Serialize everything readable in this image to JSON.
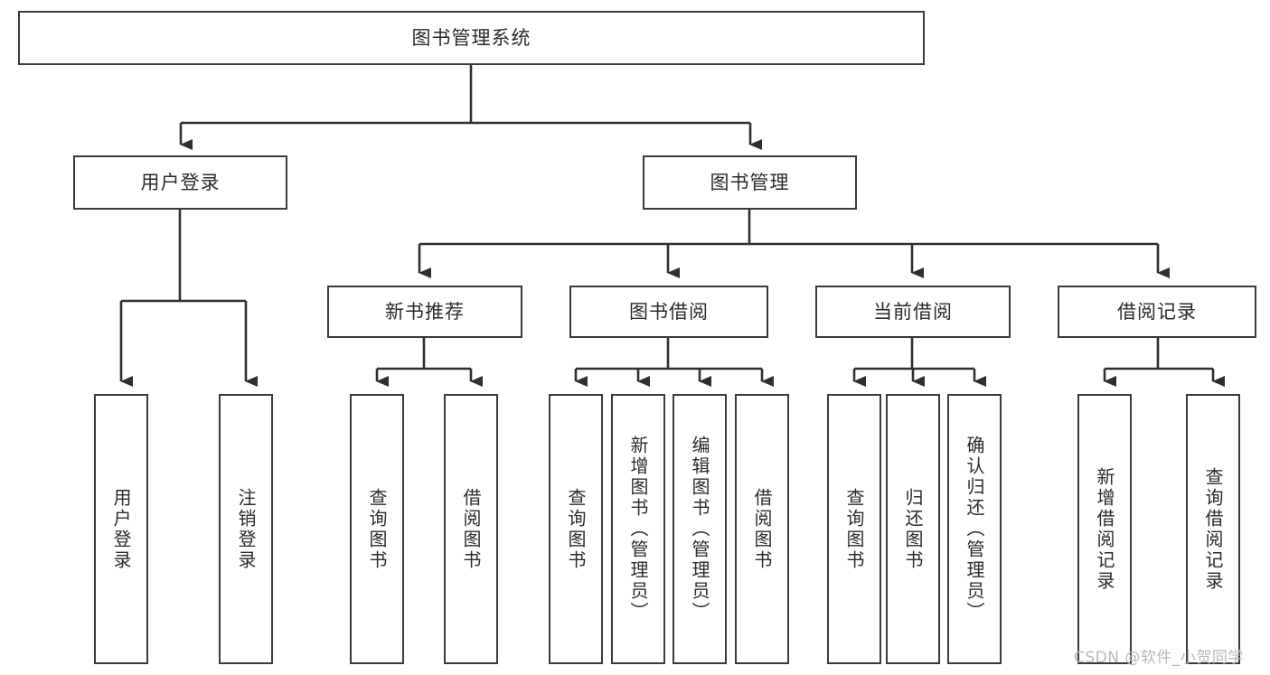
{
  "diagram": {
    "title": "图书管理系统",
    "type": "tree-hierarchy",
    "watermark": "CSDN @软件_小贺同学",
    "colors": {
      "background": "#ffffff",
      "box_border": "#3a3a3a",
      "box_fill": "#ffffff",
      "text": "#2b2b2b",
      "connector": "#2f2f2f",
      "watermark": "#b9b9b9"
    },
    "nodes": {
      "root": {
        "label": "图书管理系统"
      },
      "level2": [
        {
          "id": "user-login",
          "label": "用户登录"
        },
        {
          "id": "book-manage",
          "label": "图书管理"
        }
      ],
      "level3": [
        {
          "id": "new-book-recommend",
          "label": "新书推荐"
        },
        {
          "id": "book-borrow",
          "label": "图书借阅"
        },
        {
          "id": "current-borrow",
          "label": "当前借阅"
        },
        {
          "id": "borrow-record",
          "label": "借阅记录"
        }
      ],
      "leaves": {
        "user_login": [
          {
            "id": "leaf-user-login",
            "label": "用户登录"
          },
          {
            "id": "leaf-logout-login",
            "label": "注销登录"
          }
        ],
        "new_book_recommend": [
          {
            "id": "leaf-query-book-1",
            "label": "查询图书"
          },
          {
            "id": "leaf-borrow-book-1",
            "label": "借阅图书"
          }
        ],
        "book_borrow": [
          {
            "id": "leaf-query-book-2",
            "label": "查询图书"
          },
          {
            "id": "leaf-add-book",
            "label": "新增图书（管理员）"
          },
          {
            "id": "leaf-edit-book",
            "label": "编辑图书（管理员）"
          },
          {
            "id": "leaf-borrow-book-2",
            "label": "借阅图书"
          }
        ],
        "current_borrow": [
          {
            "id": "leaf-query-book-3",
            "label": "查询图书"
          },
          {
            "id": "leaf-return-book",
            "label": "归还图书"
          },
          {
            "id": "leaf-confirm-return",
            "label": "确认归还（管理员）"
          }
        ],
        "borrow_record": [
          {
            "id": "leaf-add-borrow-record",
            "label": "新增借阅记录"
          },
          {
            "id": "leaf-query-borrow-record",
            "label": "查询借阅记录"
          }
        ]
      }
    }
  }
}
